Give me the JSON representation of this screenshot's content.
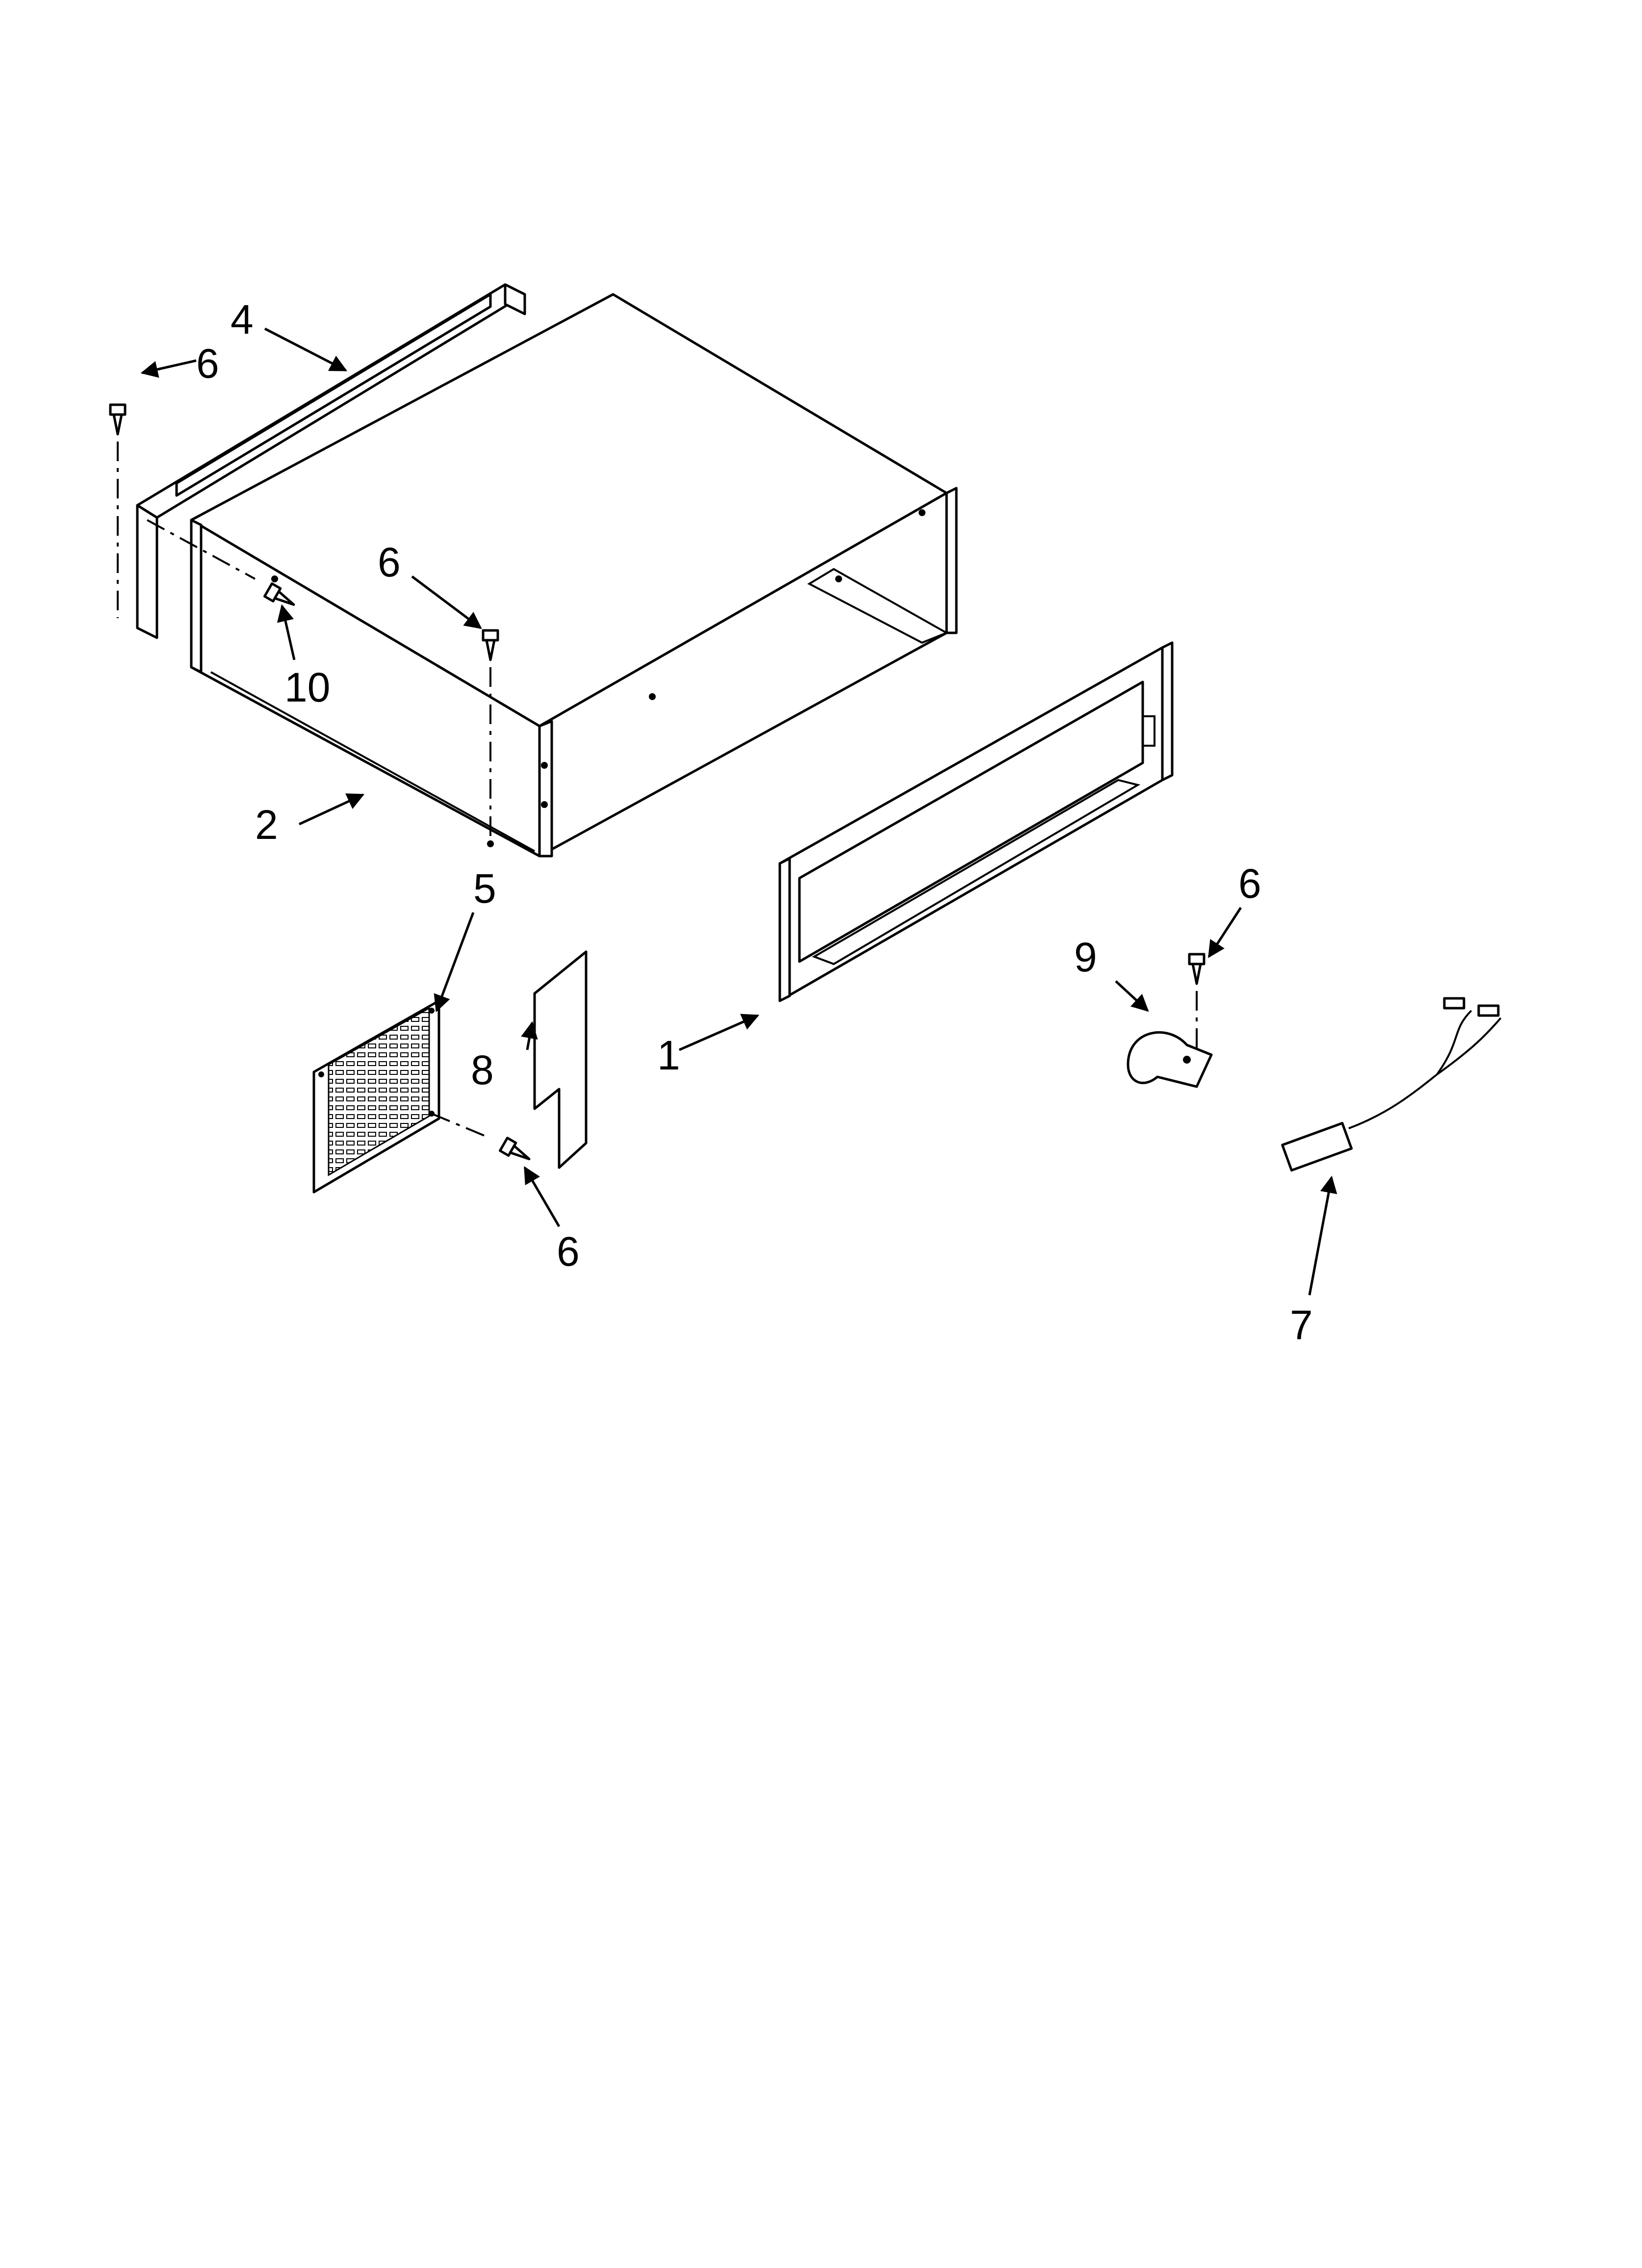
{
  "callouts": {
    "c1": "1",
    "c2": "2",
    "c4": "4",
    "c5": "5",
    "c6a": "6",
    "c6b": "6",
    "c6c": "6",
    "c6d": "6",
    "c7": "7",
    "c8": "8",
    "c9": "9",
    "c10": "10"
  },
  "icons": {
    "screw": "screw-icon",
    "clamp": "clamp-icon",
    "harness": "wire-harness-icon"
  }
}
